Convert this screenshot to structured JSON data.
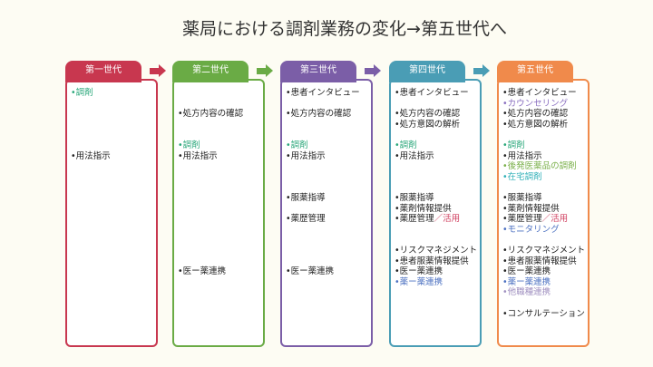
{
  "title": "薬局における調剤業務の変化→第五世代へ",
  "colors": {
    "gen1": "#c8374f",
    "gen2": "#6aab45",
    "gen3": "#7b5ea7",
    "gen4": "#4a9db5",
    "gen5": "#f08a4b"
  },
  "generations": [
    {
      "label": "第一世代",
      "items": [
        {
          "text": "•調剤",
          "color": "#2aa77a"
        },
        {
          "text": "•用法指示",
          "color": "#222"
        }
      ]
    },
    {
      "label": "第二世代",
      "items": [
        {
          "text": "•処方内容の確認",
          "color": "#222"
        },
        {
          "text": "•調剤",
          "color": "#2aa77a"
        },
        {
          "text": "•用法指示",
          "color": "#222"
        },
        {
          "text": "•医ー薬連携",
          "color": "#222"
        }
      ]
    },
    {
      "label": "第三世代",
      "items": [
        {
          "text": "•患者インタビュー",
          "color": "#222"
        },
        {
          "text": "•処方内容の確認",
          "color": "#222"
        },
        {
          "text": "•調剤",
          "color": "#2aa77a"
        },
        {
          "text": "•用法指示",
          "color": "#222"
        },
        {
          "text": "•服薬指導",
          "color": "#222"
        },
        {
          "text": "•薬歴管理",
          "color": "#222"
        },
        {
          "text": "•医ー薬連携",
          "color": "#222"
        }
      ]
    },
    {
      "label": "第四世代",
      "items": [
        {
          "text": "•患者インタビュー",
          "color": "#222"
        },
        {
          "text": "•処方内容の確認",
          "color": "#222"
        },
        {
          "text": "•処方意図の解析",
          "color": "#222"
        },
        {
          "text": "•調剤",
          "color": "#2aa77a"
        },
        {
          "text": "•用法指示",
          "color": "#222"
        },
        {
          "text": "•服薬指導",
          "color": "#222"
        },
        {
          "text": "•薬剤情報提供",
          "color": "#222"
        },
        {
          "text": "•薬歴管理",
          "color": "#222",
          "suffix": "／活用",
          "suffix_color": "#d04060"
        },
        {
          "text": "•リスクマネジメント",
          "color": "#222"
        },
        {
          "text": "•患者服薬情報提供",
          "color": "#222"
        },
        {
          "text": "•医ー薬連携",
          "color": "#222"
        },
        {
          "text": "•薬ー薬連携",
          "color": "#4a6fc0"
        }
      ]
    },
    {
      "label": "第五世代",
      "items": [
        {
          "text": "•患者インタビュー",
          "color": "#222"
        },
        {
          "text": "•カウンセリング",
          "color": "#8a6fc0"
        },
        {
          "text": "•処方内容の確認",
          "color": "#222"
        },
        {
          "text": "•処方意図の解析",
          "color": "#222"
        },
        {
          "text": "•調剤",
          "color": "#2aa77a"
        },
        {
          "text": "•用法指示",
          "color": "#222"
        },
        {
          "text": "•後発医薬品の調剤",
          "color": "#7ab04a"
        },
        {
          "text": "•在宅調剤",
          "color": "#30b0b8"
        },
        {
          "text": "•服薬指導",
          "color": "#222"
        },
        {
          "text": "•薬剤情報提供",
          "color": "#222"
        },
        {
          "text": "•薬歴管理",
          "color": "#222",
          "suffix": "／活用",
          "suffix_color": "#d04060"
        },
        {
          "text": "•モニタリング",
          "color": "#4a6fc0"
        },
        {
          "text": "•リスクマネジメント",
          "color": "#222"
        },
        {
          "text": "•患者服薬情報提供",
          "color": "#222"
        },
        {
          "text": "•医ー薬連携",
          "color": "#222"
        },
        {
          "text": "•薬ー薬連携",
          "color": "#4a6fc0"
        },
        {
          "text": "•他職種連携",
          "color": "#a090c0"
        },
        {
          "text": "•コンサルテーション",
          "color": "#222"
        }
      ]
    }
  ]
}
